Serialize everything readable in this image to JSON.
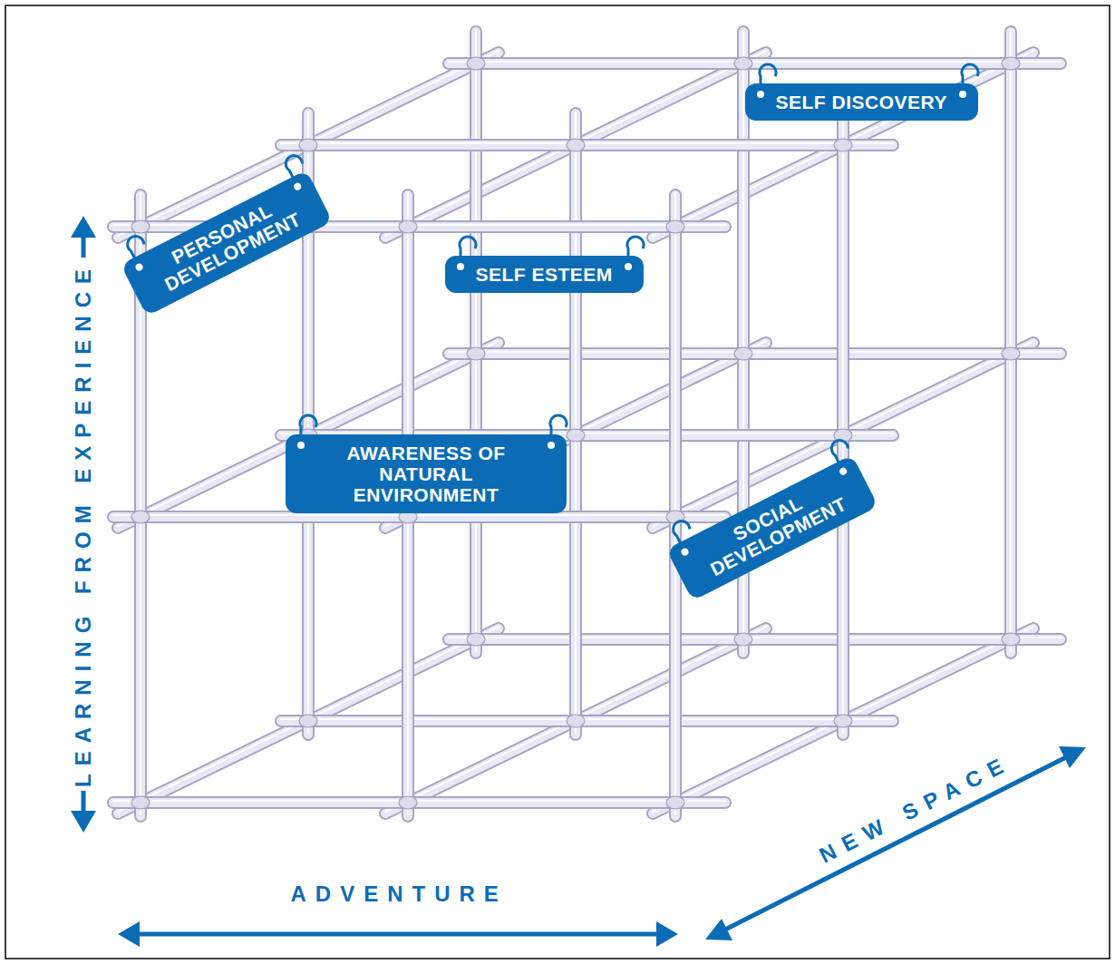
{
  "diagram": {
    "nodes": [
      {
        "text": [
          "SELF DISCOVERY"
        ]
      },
      {
        "text": [
          "PERSONAL DEVELOPMENT"
        ]
      },
      {
        "text": [
          "SELF ESTEEM"
        ]
      },
      {
        "text": [
          "AWARENESS OF NATURAL ENVIRONMENT"
        ]
      },
      {
        "text": [
          "SOCIAL DEVELOPMENT"
        ]
      }
    ],
    "labels": [
      "LEARNING FROM EXPERIENCE",
      "ADVENTURE",
      "NEW SPACE"
    ]
  }
}
